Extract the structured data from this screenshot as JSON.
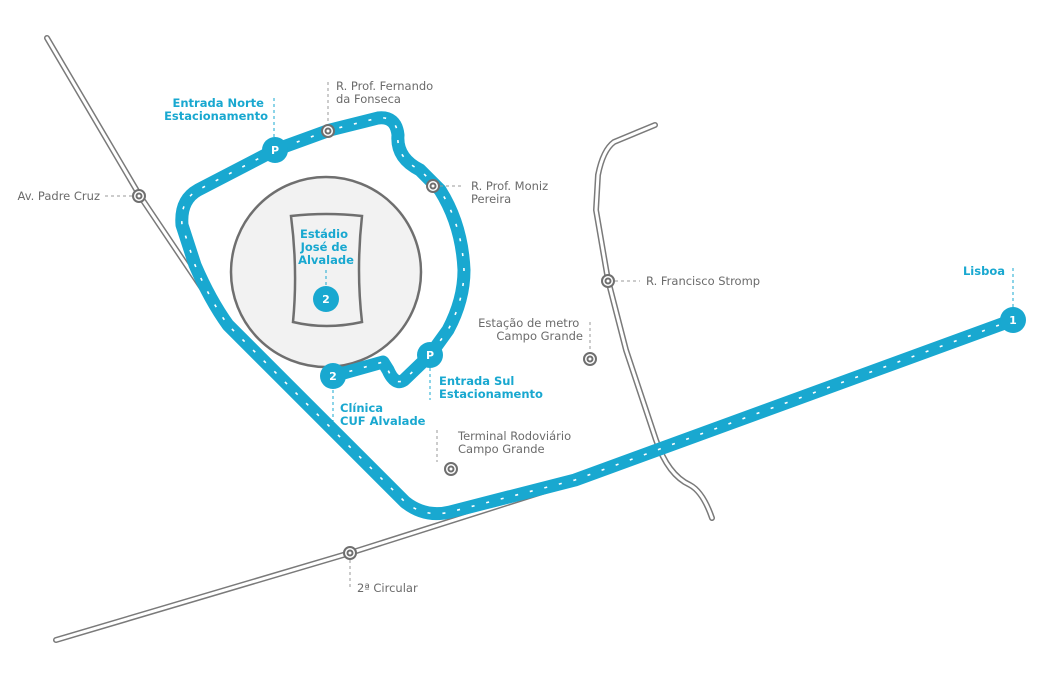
{
  "colors": {
    "route": "#19a8d0",
    "road": "#7a7a7a",
    "stadium_fill": "#f2f2f2"
  },
  "streets": {
    "padre_cruz": "Av. Padre Cruz",
    "fernando_fonseca": [
      "R. Prof. Fernando",
      "da Fonseca"
    ],
    "moniz_pereira": [
      "R. Prof. Moniz",
      "Pereira"
    ],
    "francisco_stromp": "R. Francisco Stromp",
    "metro": [
      "Estação de metro",
      "Campo Grande"
    ],
    "terminal": [
      "Terminal Rodoviário",
      "Campo Grande"
    ],
    "circular": "2ª Circular"
  },
  "places": {
    "entrada_norte": [
      "Entrada Norte",
      "Estacionamento"
    ],
    "entrada_sul": [
      "Entrada Sul",
      "Estacionamento"
    ],
    "stadium": [
      "Estádio",
      "José de",
      "Alvalade"
    ],
    "clinica": [
      "Clínica",
      "CUF Alvalade"
    ],
    "lisboa": "Lisboa"
  },
  "markers": {
    "parking": "P",
    "start": "1",
    "destination": "2"
  }
}
